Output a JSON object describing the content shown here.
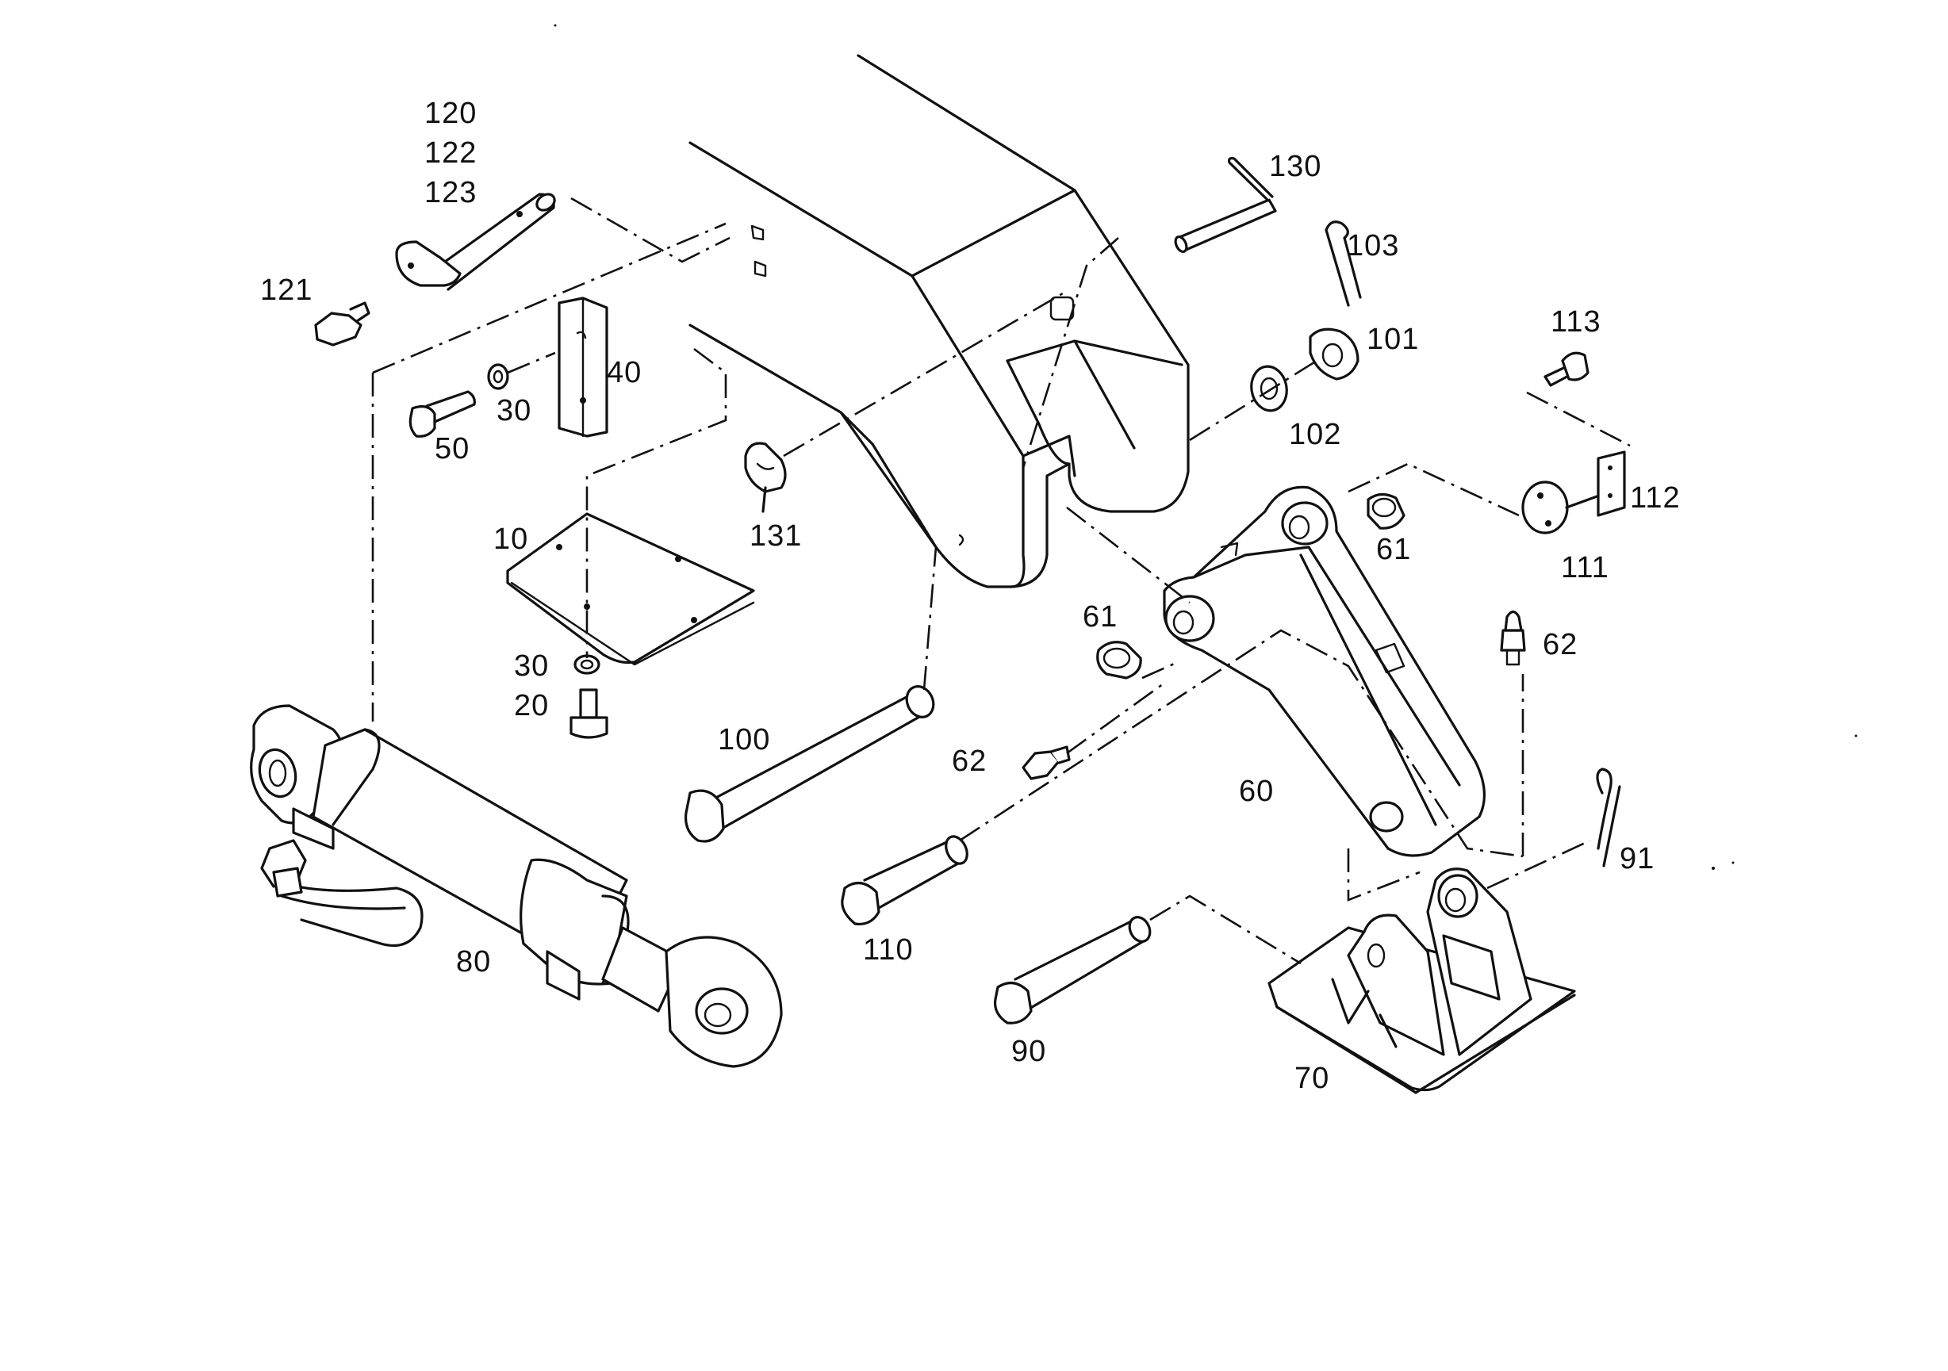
{
  "diagram": {
    "labels": {
      "l120": "120",
      "l122": "122",
      "l123": "123",
      "l121": "121",
      "l40": "40",
      "l30a": "30",
      "l50": "50",
      "l10": "10",
      "l30b": "30",
      "l20": "20",
      "l131": "131",
      "l130": "130",
      "l103": "103",
      "l101": "101",
      "l102": "102",
      "l113": "113",
      "l112": "112",
      "l111": "111",
      "l61a": "61",
      "l61b": "61",
      "l62a": "62",
      "l62b": "62",
      "l60": "60",
      "l100": "100",
      "l110": "110",
      "l80": "80",
      "l90": "90",
      "l70": "70",
      "l91": "91"
    }
  }
}
